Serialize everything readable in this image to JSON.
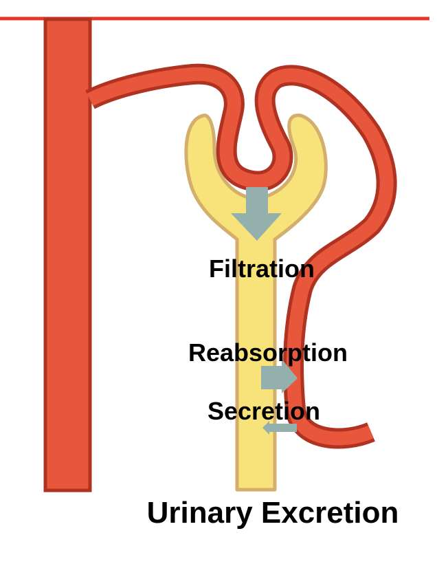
{
  "labels": {
    "filtration": "Filtration",
    "reabsorption": "Reabsorption",
    "secretion": "Secretion",
    "urinary_excretion": "Urinary Excretion"
  },
  "colors": {
    "vessel_fill": "#e8573c",
    "vessel_outline": "#b03322",
    "tubule_fill": "#f8e27a",
    "tubule_outline": "#d4ae6c",
    "arrow": "#93b0ac",
    "top_line": "#e3372a",
    "text": "#000000",
    "background": "#ffffff"
  }
}
